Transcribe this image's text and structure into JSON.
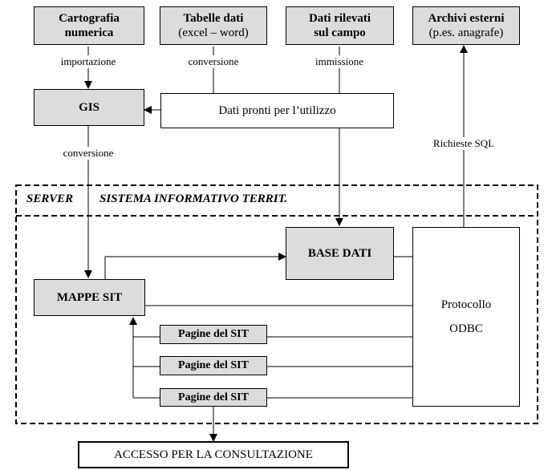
{
  "sources": {
    "cartografia": {
      "line1": "Cartografia",
      "line2": "numerica"
    },
    "tabelle": {
      "line1": "Tabelle dati",
      "line2": "(excel – word)"
    },
    "dati_rilevati": {
      "line1": "Dati rilevati",
      "line2": "sul campo"
    },
    "archivi": {
      "line1": "Archivi esterni",
      "line2": "(p.es. anagrafe)"
    }
  },
  "flow_labels": {
    "importazione": "importazione",
    "conversione_top": "conversione",
    "immissione": "immissione",
    "conversione_gis": "conversione",
    "richieste_sql": "Richieste SQL"
  },
  "gis": "GIS",
  "dati_pronti": "Dati pronti per l’utilizzo",
  "server": {
    "label": "SERVER",
    "title": "SISTEMA INFORMATIVO TERRIT."
  },
  "base_dati": "BASE DATI",
  "mappe_sit": "MAPPE SIT",
  "protocollo": {
    "line1": "Protocollo",
    "line2": "ODBC"
  },
  "pagine": [
    "Pagine del SIT",
    "Pagine del SIT",
    "Pagine del SIT"
  ],
  "accesso": "ACCESSO PER LA CONSULTAZIONE"
}
